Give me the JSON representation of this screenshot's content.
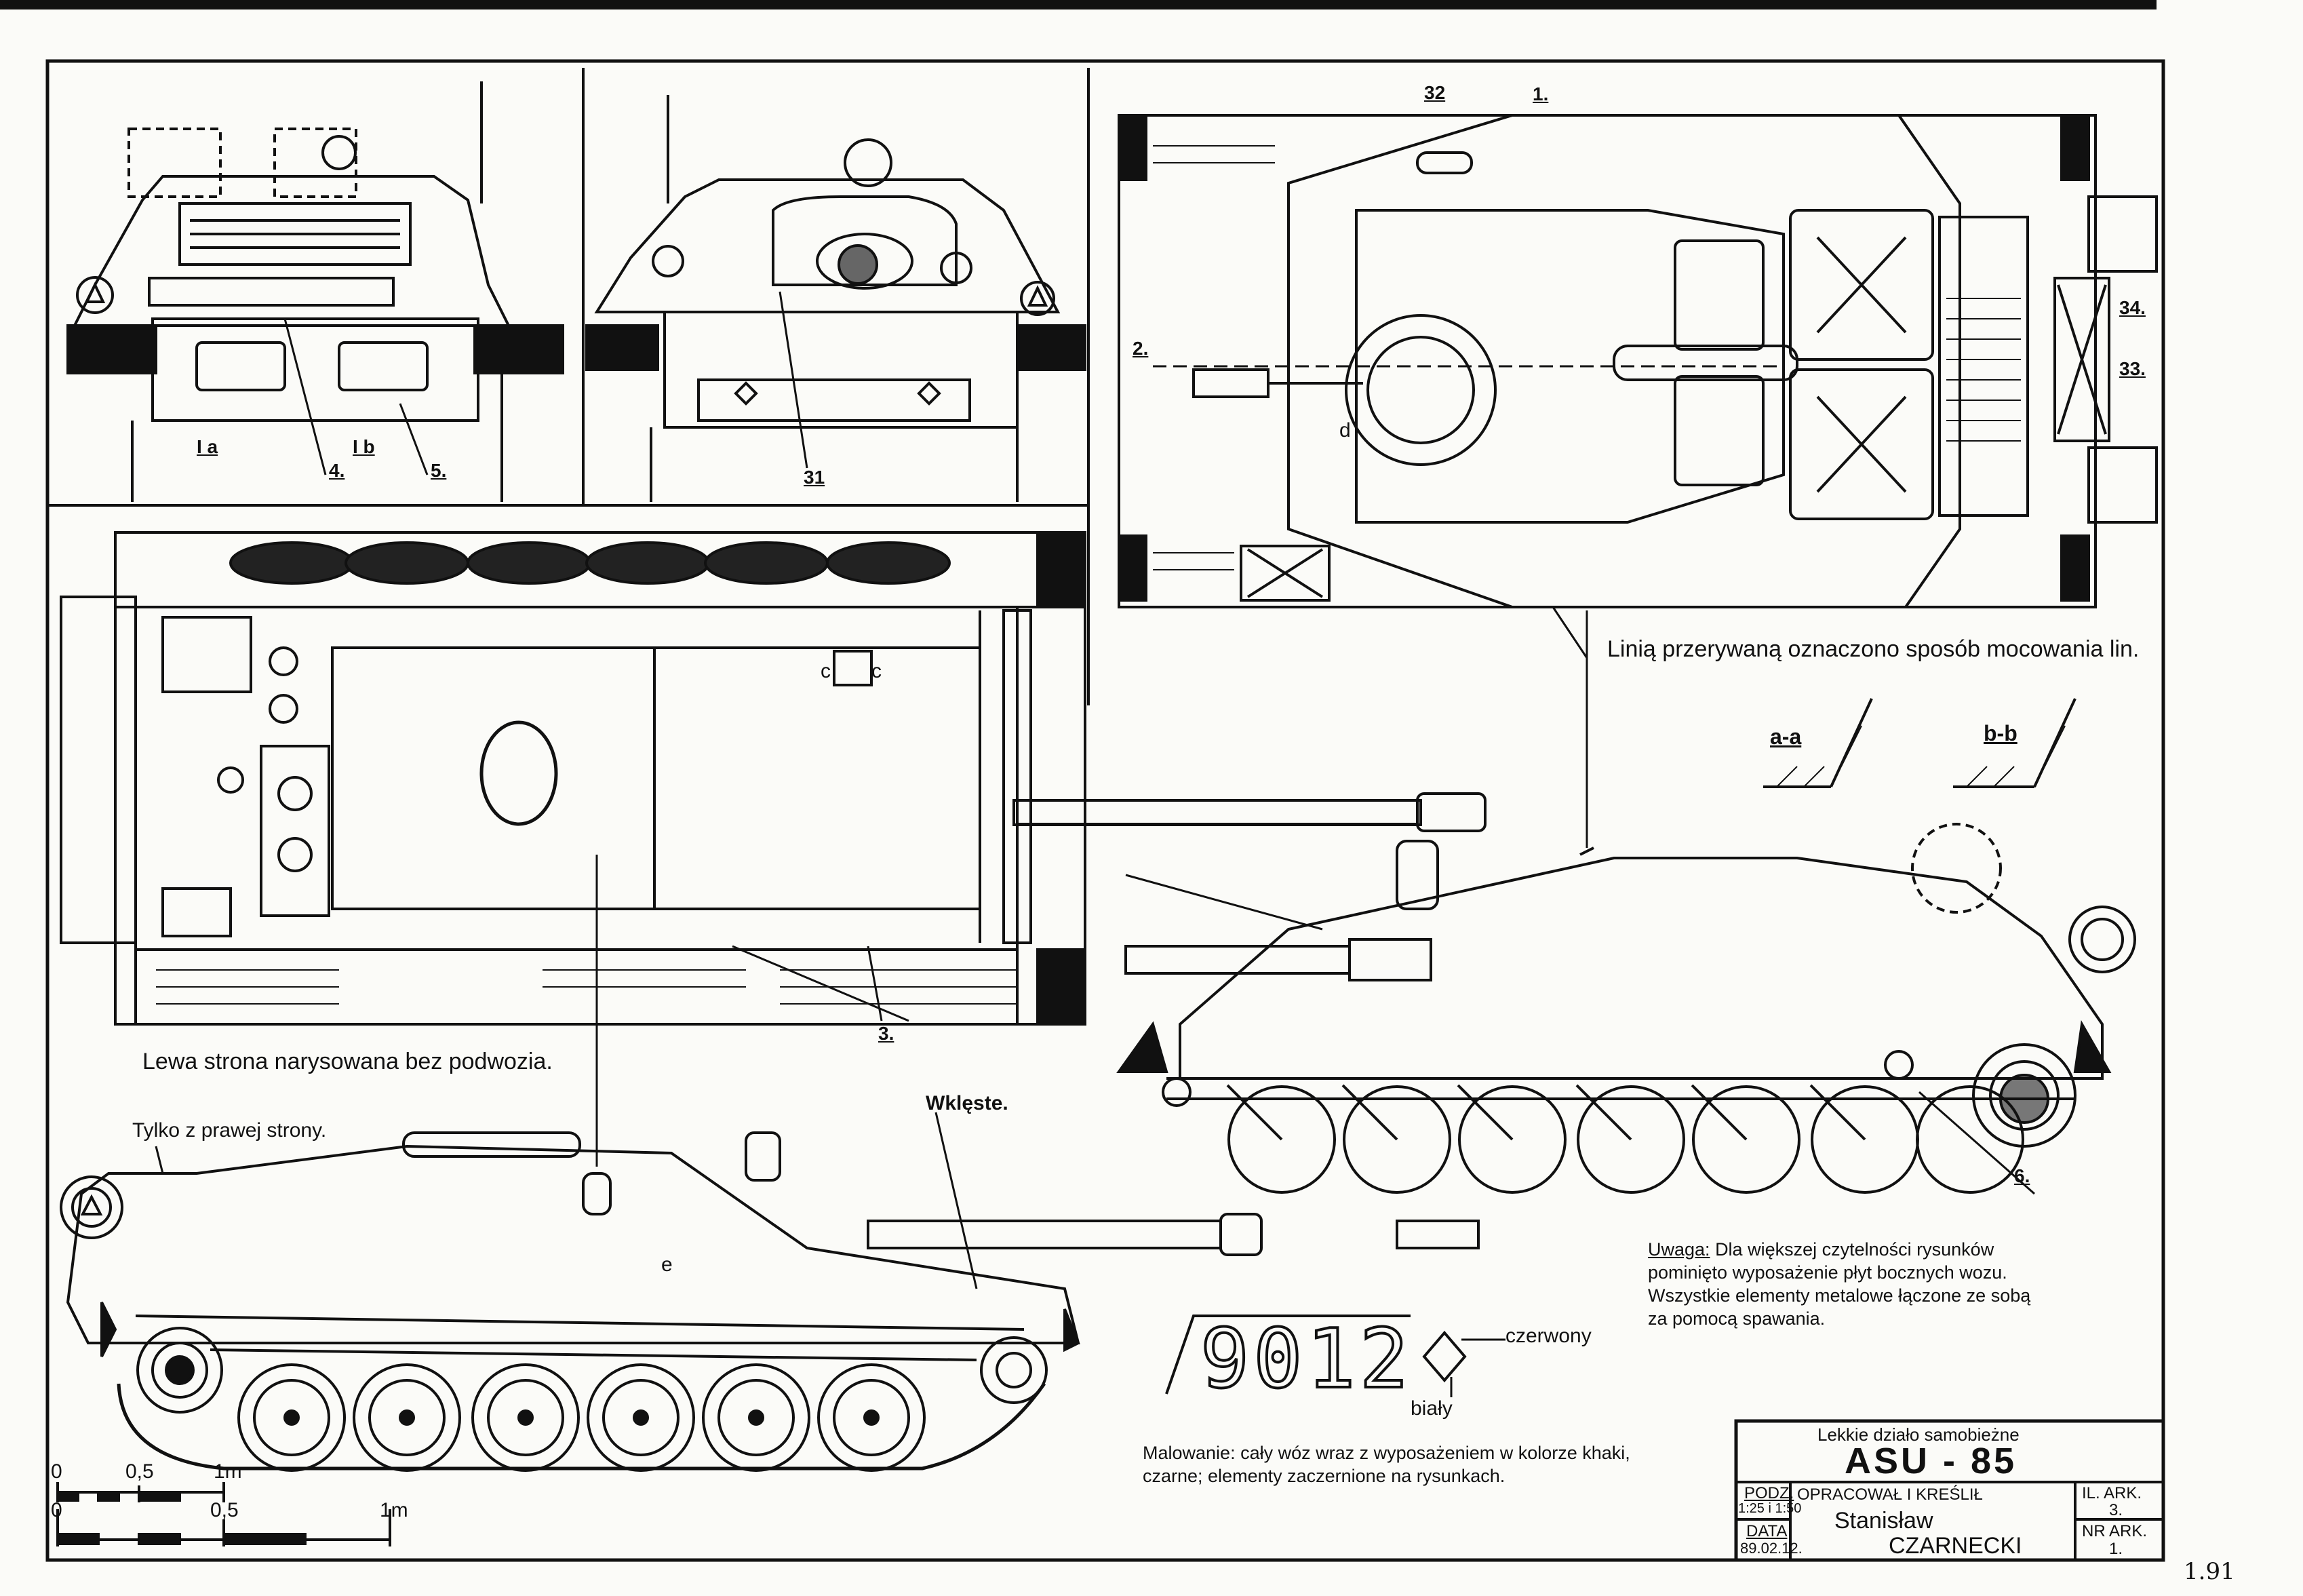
{
  "drawing": {
    "title_block": {
      "subtitle": "Lekkie działo samobieżne",
      "title": "ASU - 85",
      "scale_label": "PODZ.",
      "scale_value": "1:25 i 1:50",
      "author_label": "OPRACOWAŁ I KREŚLIŁ",
      "author_first": "Stanisław",
      "author_last": "CZARNECKI",
      "date_label": "DATA",
      "date_value": "89.02.12.",
      "sheets_label": "IL. ARK.",
      "sheets_value": "3.",
      "sheet_no_label": "NR ARK.",
      "sheet_no_value": "1."
    },
    "callouts": {
      "c1": "1.",
      "c2": "2.",
      "c3": "3.",
      "c4": "4.",
      "c5": "5.",
      "c6": "6.",
      "c31": "31",
      "c32": "32",
      "c33": "33.",
      "c34": "34.",
      "la": "I a",
      "lb": "I b",
      "cc_left": "c",
      "cc_right": "c",
      "d": "d",
      "e": "e"
    },
    "section_labels": {
      "aa": "a-a",
      "bb": "b-b"
    },
    "notes": {
      "dashed_line": "Linią przerywaną oznaczono sposób mocowania lin.",
      "left_side": "Lewa strona narysowana bez podwozia.",
      "right_only": "Tylko z prawej strony.",
      "concave": "Wklęste.",
      "remark_lead": "Uwaga:",
      "remark_body": "Dla większej czytelności rysunków pominięto wyposażenie płyt bocznych wozu. Wszystkie elementy metalowe łączone ze sobą za pomocą spawania.",
      "painting": "Malowanie: cały wóz wraz z wyposażeniem w kolorze khaki, czarne; elementy zaczernione na rysunkach."
    },
    "marking": {
      "number": "9012",
      "color_red": "czerwony",
      "color_white": "biały"
    },
    "scale_bars": {
      "top": {
        "zero": "0",
        "half": "0,5",
        "one": "1m"
      },
      "bottom": {
        "zero": "0",
        "half": "0,5",
        "one": "1m"
      }
    },
    "corner_mark": "1.91",
    "colors": {
      "ink": "#111111",
      "paper": "#fbfbf8"
    }
  }
}
